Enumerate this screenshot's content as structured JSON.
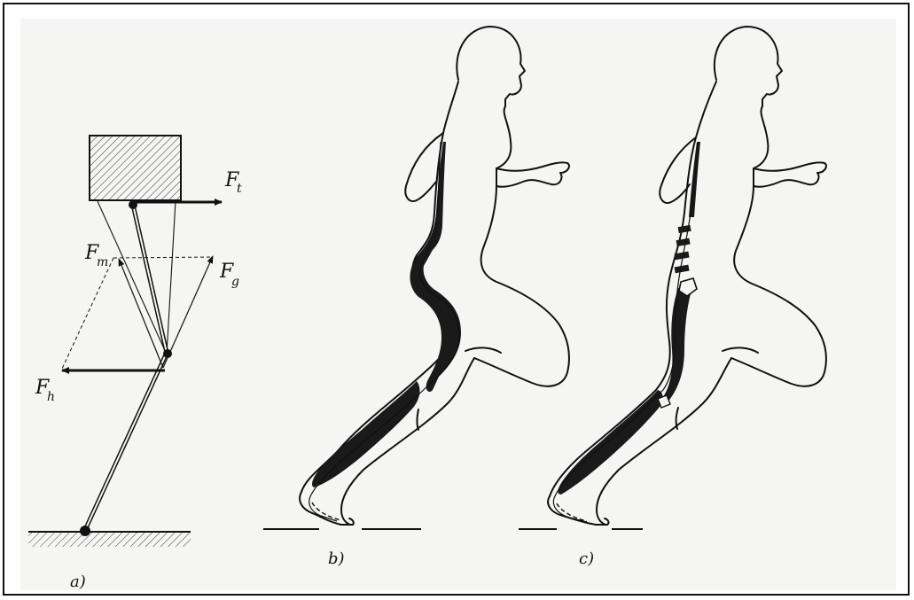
{
  "labels": {
    "force_t": "F",
    "force_t_sub": "t",
    "force_m": "F",
    "force_m_sub": "m",
    "force_g": "F",
    "force_g_sub": "g",
    "force_h": "F",
    "force_h_sub": "h",
    "panel_a": "a)",
    "panel_b": "b)",
    "panel_c": "c)"
  },
  "colors": {
    "ink": "#111111",
    "muscle": "#1a1a1a",
    "paper": "#f5f5f3"
  }
}
